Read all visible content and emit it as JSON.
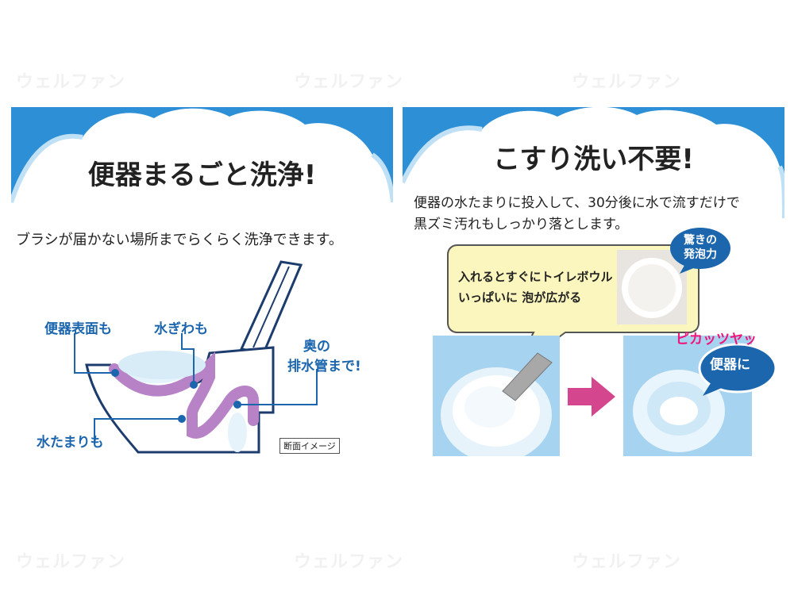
{
  "watermark": "ウェルファン",
  "left_panel": {
    "title": "便器まるごと洗浄!",
    "subtitle": "ブラシが届かない場所までらくらく洗浄できます。",
    "labels": {
      "bowl_surface": "便器表面も",
      "water_ring": "水ぎわも",
      "drain_line1": "奥の",
      "drain_line2": "排水管まで!",
      "water_pool": "水たまりも"
    },
    "caption": "断面イメージ"
  },
  "right_panel": {
    "title": "こすり洗い不要!",
    "description_line1": "便器の水たまりに投入して、30分後に水で流すだけで",
    "description_line2": "黒ズミ汚れもしっかり落とします。",
    "bubble_line1": "入れるとすぐにトイレボウル",
    "bubble_line2": "いっぱいに 泡が広がる",
    "badge_line1": "驚きの",
    "badge_line2": "発泡力",
    "result_line1": "ピカッツヤッ",
    "result_line2": "便器に"
  },
  "colors": {
    "sky_blue": "#2d8fd5",
    "label_blue": "#1b66ad",
    "pipe_purple": "#b783c6",
    "arrow_pink": "#d4478e",
    "accent_pink": "#f0147a",
    "bubble_yellow": "#fbf6bd"
  }
}
